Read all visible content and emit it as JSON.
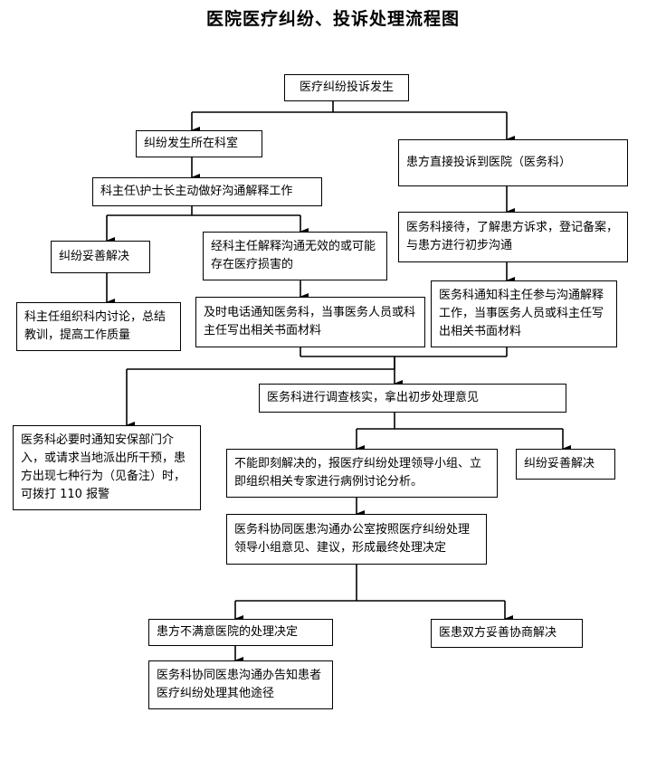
{
  "title": "医院医疗纠纷、投诉处理流程图",
  "nodes": {
    "start": "医疗纠纷投诉发生",
    "dept_occur": "纠纷发生所在科室",
    "direct_complaint": "患方直接投诉到医院（医务科）",
    "director_explain": "科主任\\护士长主动做好沟通解释工作",
    "medical_reception": "医务科接待，了解患方诉求，登记备案，与患方进行初步沟通",
    "resolved_1": "纠纷妥善解决",
    "ineffective": "经科主任解释沟通无效的或可能存在医疗损害的",
    "summary": "科主任组织科内讨论，总结教训，提高工作质量",
    "notify_medical": "及时电话通知医务科，当事医务人员或科主任写出相关书面材料",
    "notify_director": "医务科通知科主任参与沟通解释工作，当事医务人员或科主任写出相关书面材料",
    "investigate": "医务科进行调查核实，拿出初步处理意见",
    "security": "医务科必要时通知安保部门介入，或请求当地派出所干预，患方出现七种行为（见备注）时，可拨打 110 报警",
    "report_group": "不能即刻解决的，报医疗纠纷处理领导小组、立即组织相关专家进行病例讨论分析。",
    "resolved_2": "纠纷妥善解决",
    "final_decision": "医务科协同医患沟通办公室按照医疗纠纷处理领导小组意见、建议，形成最终处理决定",
    "dissatisfied": "患方不满意医院的处理决定",
    "mutual_resolve": "医患双方妥善协商解决",
    "inform_other": "医务科协同医患沟通办告知患者医疗纠纷处理其他途径"
  }
}
